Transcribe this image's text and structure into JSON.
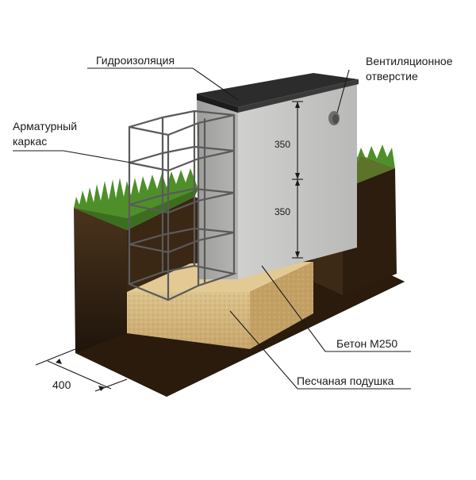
{
  "labels": {
    "waterproofing": "Гидроизоляция",
    "vent_line1": "Вентиляционное",
    "vent_line2": "отверстие",
    "rebar_line1": "Арматурный",
    "rebar_line2": "каркас",
    "concrete": "Бетон М250",
    "sand": "Песчаная подушка"
  },
  "dimensions": {
    "upper": "350",
    "lower": "350",
    "width": "400"
  },
  "colors": {
    "soil_dark": "#2e1f10",
    "soil_mid": "#3d2a17",
    "soil_side": "#4a331c",
    "grass": "#4f8f2a",
    "concrete_front": "#c9c9c7",
    "concrete_side": "#a9a9a7",
    "waterproof_top": "#2c2c2c",
    "sand": "#d8bd84",
    "sand_top": "#e3ca95",
    "rebar": "#5a5a5a"
  }
}
